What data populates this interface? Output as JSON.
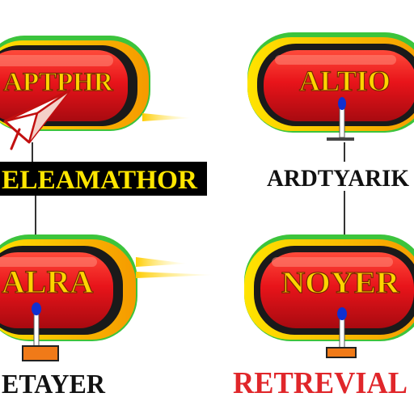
{
  "capsules": [
    {
      "id": "top-left",
      "label": "APTPHR"
    },
    {
      "id": "top-right",
      "label": "ALTIO"
    },
    {
      "id": "bottom-left",
      "label": "ALRA"
    },
    {
      "id": "bottom-right",
      "label": "NOYER"
    }
  ],
  "captions": {
    "left_banner": "ELEAMATHOR",
    "right_middle": "ARDTYARIK",
    "bottom_left": "ETAYER",
    "bottom_right": "RETREVIAL"
  },
  "colors": {
    "capsule_red": "#e8141a",
    "capsule_yellow": "#ffd400",
    "capsule_green": "#3cc43c",
    "banner_bg": "#000000",
    "banner_text": "#ffe600",
    "caption_dark": "#111111",
    "caption_red": "#e0262a",
    "pin_blue": "#1030d0",
    "base_orange": "#f07a18"
  },
  "icons": [
    "paper-plane-icon",
    "pin-icon"
  ]
}
